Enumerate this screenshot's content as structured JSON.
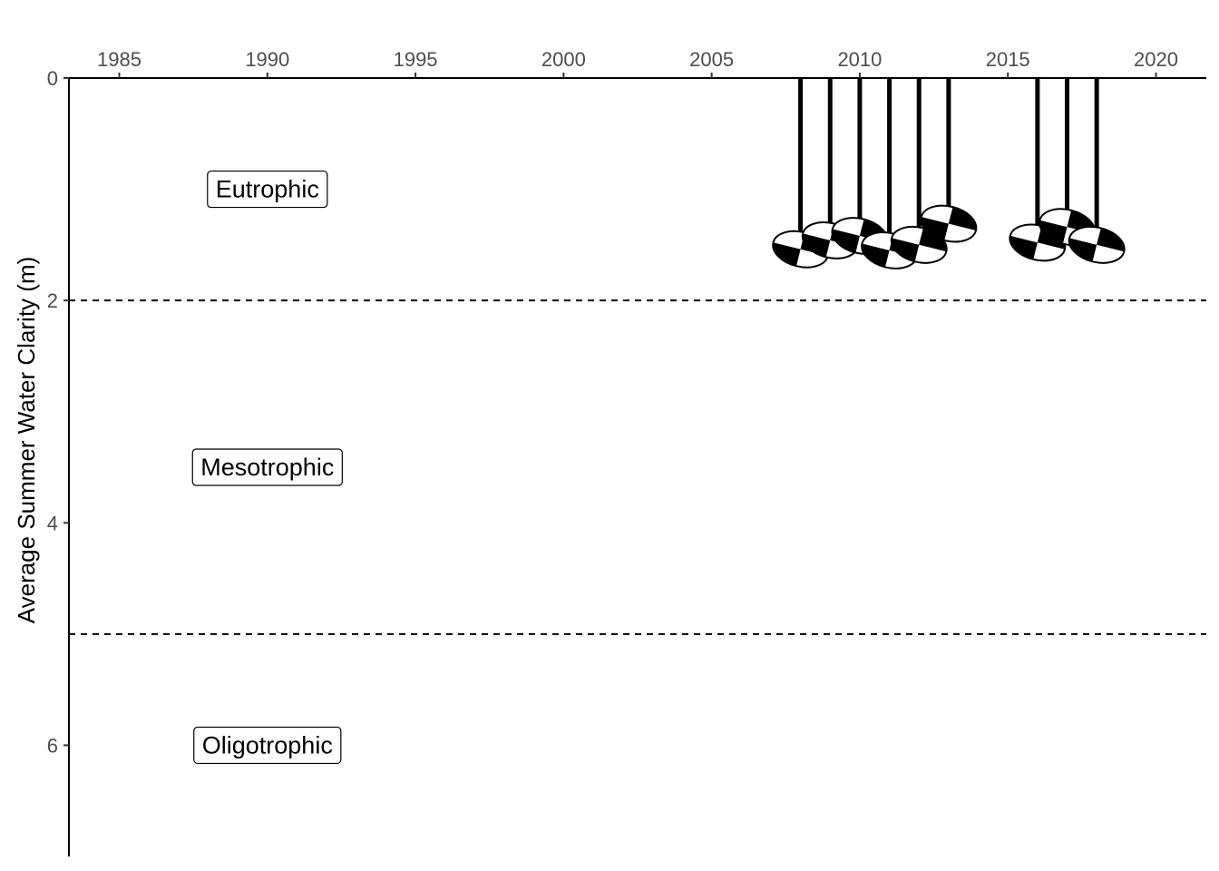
{
  "chart_data": {
    "type": "scatter",
    "title": "",
    "xlabel": "",
    "ylabel": "Average Summer Water Clarity (m)",
    "x_axis_position": "top",
    "y_axis_reversed": true,
    "xlim": [
      1983.3,
      2021.7
    ],
    "ylim": [
      0,
      7
    ],
    "x_ticks": [
      "1985",
      "1990",
      "1995",
      "2000",
      "2005",
      "2010",
      "2015",
      "2020"
    ],
    "y_ticks": [
      "0",
      "2",
      "4",
      "6"
    ],
    "grid": false,
    "marker": "secchi-disk",
    "series": [
      {
        "points": [
          {
            "x": 2008,
            "y": 1.54
          },
          {
            "x": 2009,
            "y": 1.46
          },
          {
            "x": 2010,
            "y": 1.42
          },
          {
            "x": 2011,
            "y": 1.55
          },
          {
            "x": 2012,
            "y": 1.5
          },
          {
            "x": 2013,
            "y": 1.31
          },
          {
            "x": 2016,
            "y": 1.48
          },
          {
            "x": 2017,
            "y": 1.34
          },
          {
            "x": 2018,
            "y": 1.5
          }
        ]
      }
    ],
    "thresholds": [
      {
        "y": 2,
        "style": "dashed"
      },
      {
        "y": 5,
        "style": "dashed"
      }
    ],
    "annotations": [
      {
        "text": "Eutrophic",
        "x": 1990,
        "y": 1.0
      },
      {
        "text": "Mesotrophic",
        "x": 1990,
        "y": 3.5
      },
      {
        "text": "Oligotrophic",
        "x": 1990,
        "y": 6.0
      }
    ],
    "colors": {
      "marker_fill_dark": "#000000",
      "marker_fill_light": "#ffffff",
      "axis": "#000000",
      "tick_label": "#4d4d4d"
    }
  }
}
